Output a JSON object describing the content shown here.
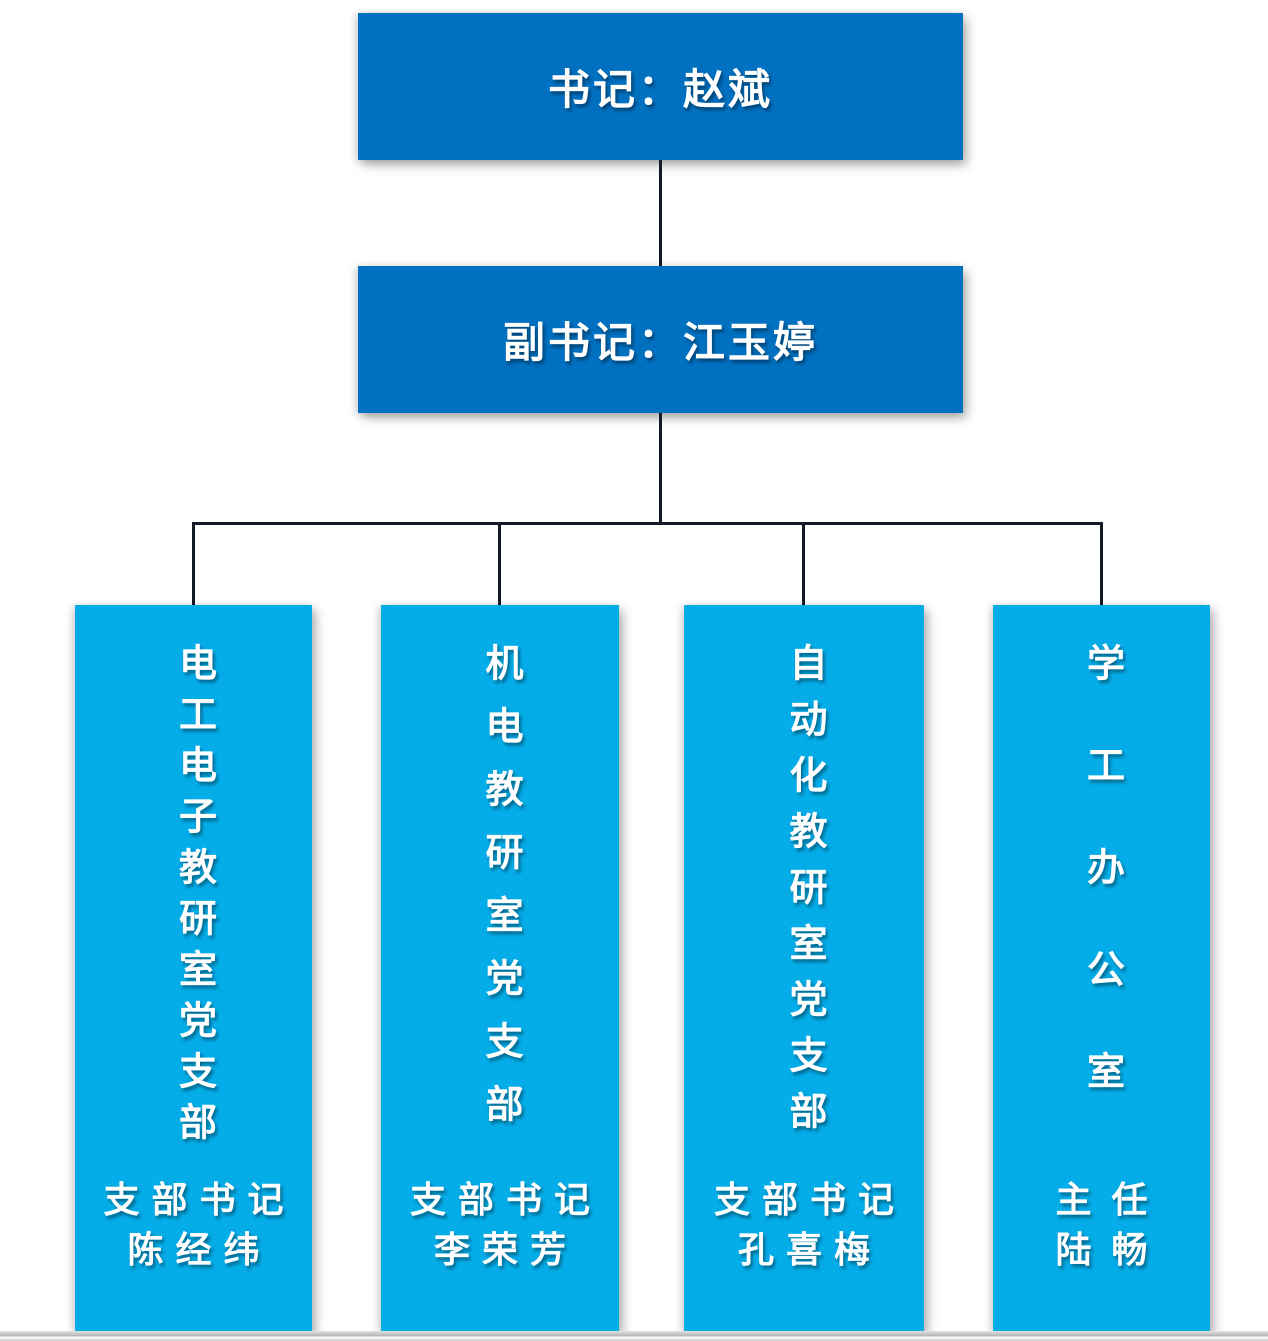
{
  "org_chart": {
    "secretary": {
      "label": "书记：赵斌"
    },
    "deputy": {
      "label": "副书记：江玉婷"
    },
    "branches": [
      {
        "title": "电工电子教研室党支部",
        "role": "支部书记",
        "name": "陈经纬"
      },
      {
        "title": "机电教研室党支部",
        "role": "支部书记",
        "name": "李荣芳"
      },
      {
        "title": "自动化教研室党支部",
        "role": "支部书记",
        "name": "孔喜梅"
      },
      {
        "title": "学工办公室",
        "role": "主任",
        "name": "陆畅"
      }
    ],
    "colors": {
      "primary_box": "#0070C0",
      "branch_box": "#04ACE8",
      "connector": "#141B26",
      "text": "#FFFFFF"
    }
  }
}
